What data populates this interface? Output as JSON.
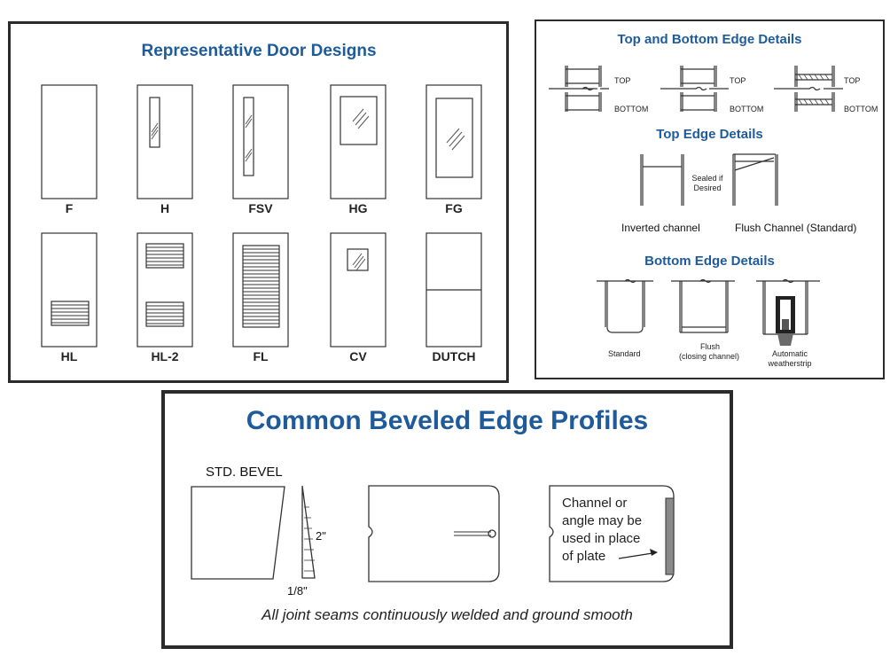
{
  "door_designs": {
    "title": "Representative Door Designs",
    "labels": [
      "F",
      "H",
      "FSV",
      "HG",
      "FG",
      "HL",
      "HL-2",
      "FL",
      "CV",
      "DUTCH"
    ]
  },
  "edge_details": {
    "top_bottom_title": "Top and Bottom Edge Details",
    "top_label": "TOP",
    "bottom_label": "BOTTOM",
    "top_title": "Top Edge Details",
    "sealed_note": "Sealed if Desired",
    "inverted_channel": "Inverted channel",
    "flush_channel": "Flush Channel  (Standard)",
    "bottom_title": "Bottom Edge Details",
    "standard": "Standard",
    "flush": "Flush",
    "flush_sub": "(closing channel)",
    "automatic": "Automatic",
    "weatherstrip": "weatherstrip"
  },
  "bevel_profiles": {
    "title": "Common Beveled Edge Profiles",
    "std_bevel": "STD. BEVEL",
    "dim_2": "2\"",
    "dim_1_8": "1/8\"",
    "note_line1": "Channel or",
    "note_line2": "angle may be",
    "note_line3": "used in place",
    "note_line4": "of plate",
    "footer": "All joint seams continuously welded and ground smooth"
  }
}
